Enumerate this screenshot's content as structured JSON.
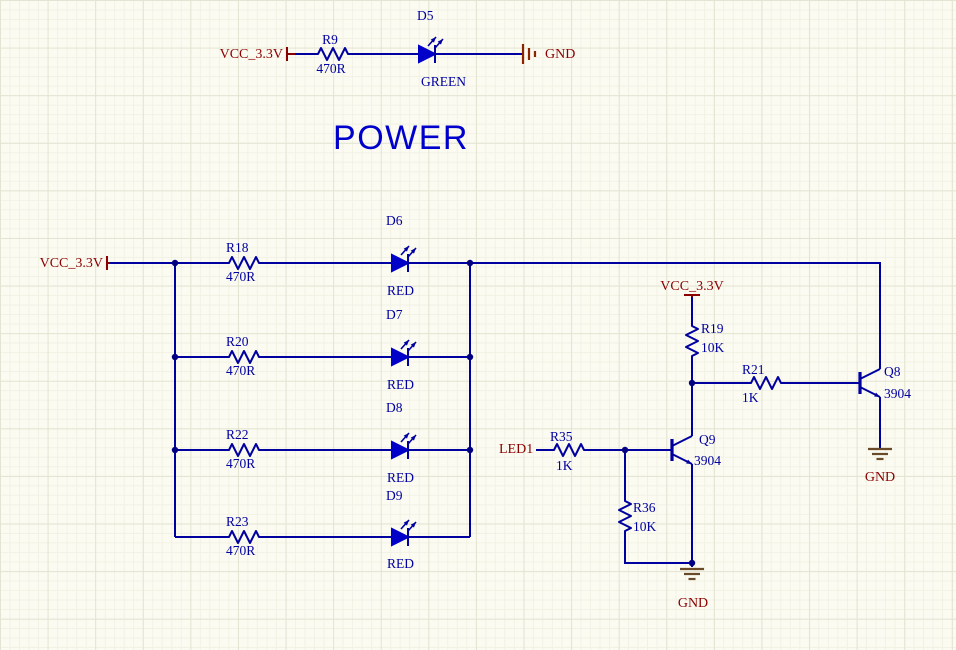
{
  "title": {
    "text": "POWER"
  },
  "colors": {
    "wire_blue": "#0000A0",
    "led_fill": "#0000C8",
    "power_red": "#8B0000",
    "ground_brown": "#6B4A28",
    "title_blue": "#0000CD",
    "background": "#FBFBF2"
  },
  "top": {
    "vcc": "VCC_3.3V",
    "r9": {
      "ref": "R9",
      "value": "470R"
    },
    "d5": {
      "ref": "D5",
      "label": "GREEN"
    },
    "gnd": "GND"
  },
  "main": {
    "vcc": "VCC_3.3V",
    "rows": [
      {
        "r_ref": "R18",
        "r_val": "470R",
        "d_ref": "D6",
        "d_label": "RED"
      },
      {
        "r_ref": "R20",
        "r_val": "470R",
        "d_ref": "D7",
        "d_label": "RED"
      },
      {
        "r_ref": "R22",
        "r_val": "470R",
        "d_ref": "D8",
        "d_label": "RED"
      },
      {
        "r_ref": "R23",
        "r_val": "470R",
        "d_ref": "D9",
        "d_label": "RED"
      }
    ]
  },
  "driver": {
    "vcc": "VCC_3.3V",
    "led1": "LED1",
    "r19": {
      "ref": "R19",
      "value": "10K"
    },
    "r21": {
      "ref": "R21",
      "value": "1K"
    },
    "r35": {
      "ref": "R35",
      "value": "1K"
    },
    "r36": {
      "ref": "R36",
      "value": "10K"
    },
    "q8": {
      "ref": "Q8",
      "value": "3904"
    },
    "q9": {
      "ref": "Q9",
      "value": "3904"
    },
    "gnd_right": "GND",
    "gnd_bottom": "GND"
  }
}
